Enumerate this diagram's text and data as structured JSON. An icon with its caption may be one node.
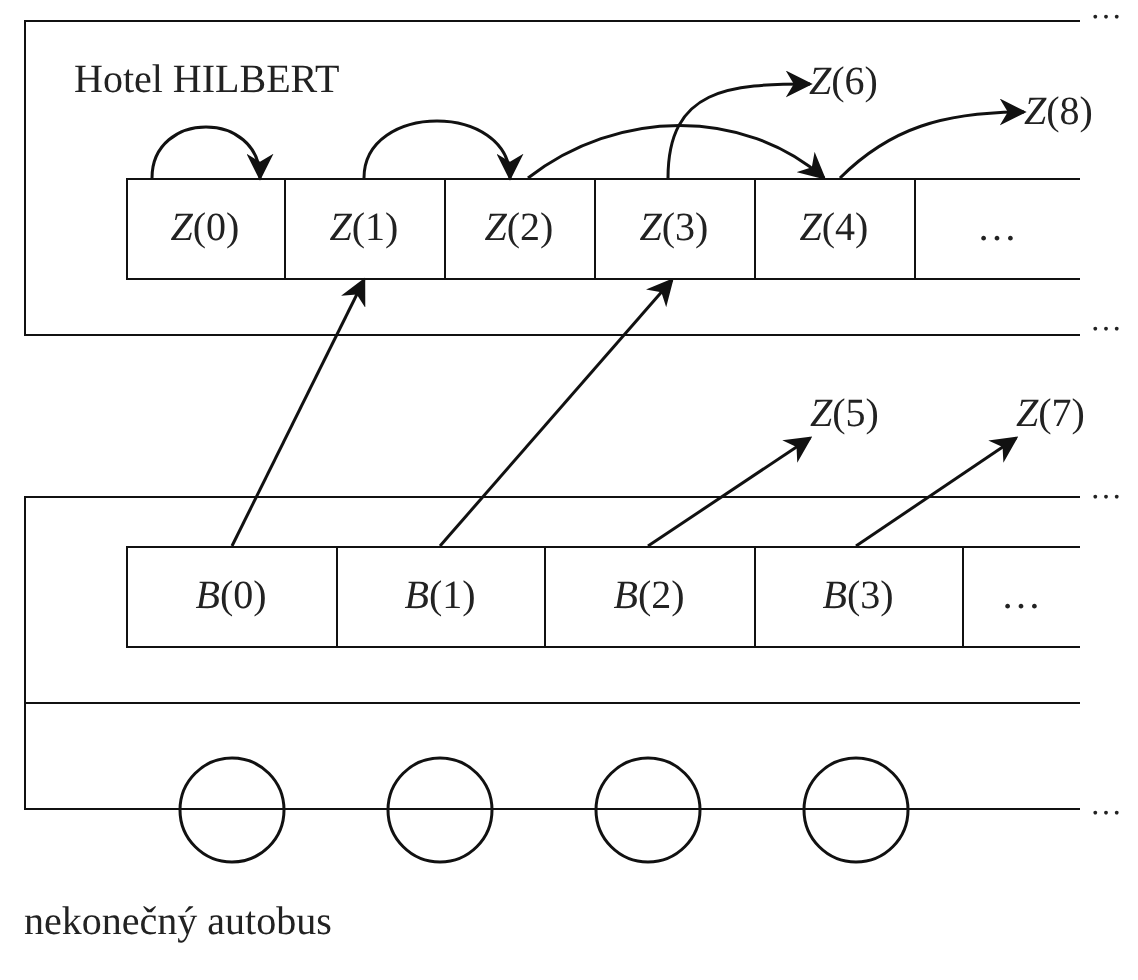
{
  "diagram": {
    "nodes": [
      {
        "text": [
          "Hotel HILBERT"
        ]
      },
      {
        "text": [
          "*Z*(0)"
        ],
        "in": 0
      },
      {
        "text": [
          "*Z*(1)"
        ],
        "in": 0
      },
      {
        "text": [
          "*Z*(2)"
        ],
        "in": 0
      },
      {
        "text": [
          "*Z*(3)"
        ],
        "in": 0
      },
      {
        "text": [
          "*Z*(4)"
        ],
        "in": 0
      },
      {
        "text": [
          "…"
        ],
        "in": 0
      },
      {
        "text": [
          "*Z*(6)"
        ],
        "in": 0
      },
      {
        "text": [
          "*Z*(8)"
        ]
      },
      {
        "text": [
          "*Z*(5)"
        ]
      },
      {
        "text": [
          "*Z*(7)"
        ]
      },
      {
        "text": [],
        "shape": "box",
        "beside": [
          "nekonečný autobus"
        ]
      },
      {
        "text": [
          "*B*(0)"
        ],
        "in": 11
      },
      {
        "text": [
          "*B*(1)"
        ],
        "in": 11
      },
      {
        "text": [
          "*B*(2)"
        ],
        "in": 11
      },
      {
        "text": [
          "*B*(3)"
        ],
        "in": 11
      },
      {
        "text": [
          "…"
        ],
        "in": 11
      }
    ],
    "edges": [
      {
        "from": 1,
        "to": 1,
        "arrow": "to"
      },
      {
        "from": 2,
        "to": 3,
        "arrow": "to"
      },
      {
        "from": 3,
        "to": 5,
        "arrow": "to"
      },
      {
        "from": 4,
        "to": 7,
        "arrow": "to"
      },
      {
        "from": 5,
        "to": 8,
        "arrow": "to"
      },
      {
        "from": 12,
        "to": 2,
        "arrow": "to"
      },
      {
        "from": 13,
        "to": 4,
        "arrow": "to"
      },
      {
        "from": 14,
        "to": 9,
        "arrow": "to"
      },
      {
        "from": 15,
        "to": 10,
        "arrow": "to"
      }
    ],
    "labels": [
      "…",
      "…",
      "…",
      "…"
    ]
  }
}
